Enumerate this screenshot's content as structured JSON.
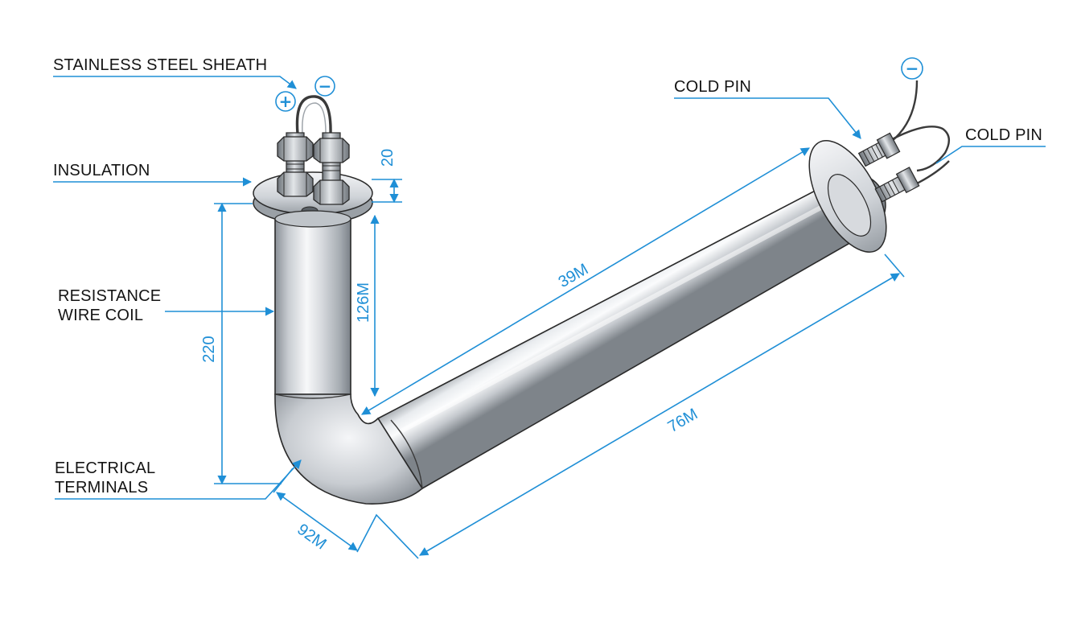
{
  "labels": {
    "sheath": "STAINLESS STEEL SHEATH",
    "insulation": "INSULATION",
    "resistance_line1": "RESISTANCE",
    "resistance_line2": "WIRE COIL",
    "terminals_line1": "ELECTRICAL",
    "terminals_line2": "TERMINALS",
    "cold_pin_1": "COLD PIN",
    "cold_pin_2": "COLD PIN"
  },
  "dimensions": {
    "flange_thickness": "20",
    "vertical_overall": "220",
    "vertical_leg": "126M",
    "upper_diagonal": "39M",
    "lower_diagonal": "76M",
    "bend": "92M"
  },
  "terminal_signs": {
    "positive": "+",
    "negative": "−",
    "far_negative": "−"
  },
  "colors": {
    "dimension_blue": "#1f8fd6",
    "steel_light": "#f4f6f8",
    "steel_mid": "#c3c8ce",
    "steel_dark": "#7d848b",
    "label_text": "#141414"
  }
}
